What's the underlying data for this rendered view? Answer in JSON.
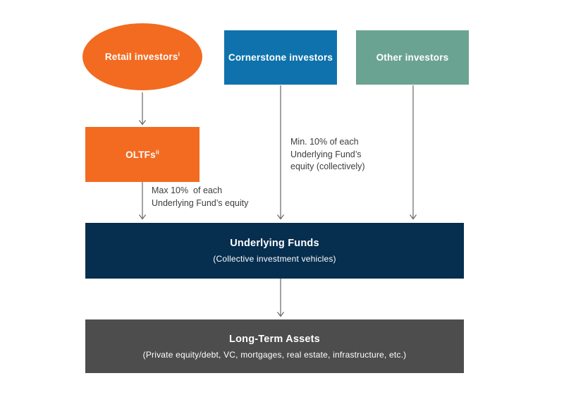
{
  "colors": {
    "orange": "#f26b21",
    "blue": "#0f72ac",
    "green": "#6ba392",
    "navy": "#052e4f",
    "dark_gray": "#4d4d4d",
    "arrow": "#666666"
  },
  "nodes": {
    "retail": {
      "label": "Retail investors",
      "sup": "i"
    },
    "cornerstone": {
      "label": "Cornerstone investors"
    },
    "other": {
      "label": "Other investors"
    },
    "oltfs": {
      "label": "OLTFs",
      "sup": "ii"
    },
    "underlying_funds": {
      "title": "Underlying Funds",
      "subtitle": "(Collective investment vehicles)"
    },
    "long_term_assets": {
      "title": "Long-Term Assets",
      "subtitle": "(Private equity/debt, VC, mortgages, real estate, infrastructure, etc.)"
    }
  },
  "annotations": {
    "max_label": {
      "lines": [
        "Max 10%  of each",
        "Underlying Fund’s equity"
      ]
    },
    "min_label": {
      "lines": [
        "Min. 10% of each",
        "Underlying Fund’s",
        "equity (collectively)"
      ]
    }
  }
}
